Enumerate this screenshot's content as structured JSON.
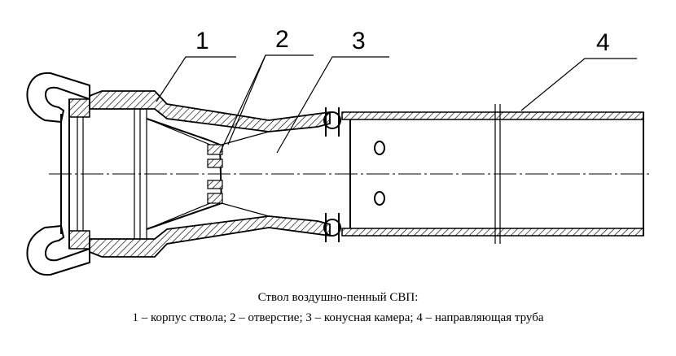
{
  "labels": {
    "n1": "1",
    "n2": "2",
    "n3": "3",
    "n4": "4"
  },
  "caption": {
    "title": "Ствол воздушно-пенный СВП:",
    "legend": "1 – корпус ствола; 2 – отверстие; 3 – конусная камера; 4 – направляющая труба"
  }
}
